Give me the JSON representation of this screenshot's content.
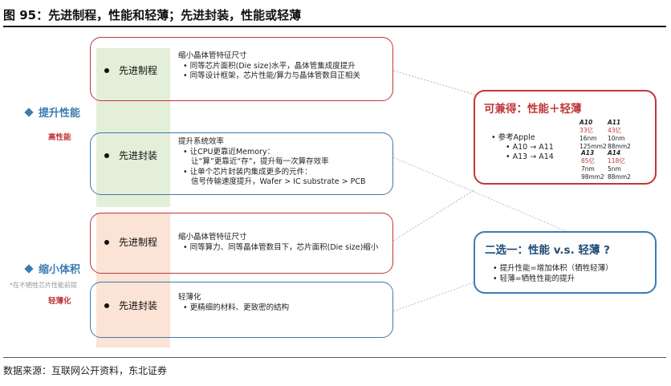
{
  "figure": {
    "title": "图  95：先进制程，性能和轻薄；先进封装，性能或轻薄",
    "source": "数据来源：互联网公开资料，东北证券"
  },
  "left": {
    "performance_title": "提升性能",
    "performance_sub": "高性能",
    "shrink_title": "缩小体积",
    "shrink_note": "*在不牺牲芯片性能前提",
    "shrink_sub": "轻薄化"
  },
  "rows": [
    {
      "label": "先进制程",
      "lines": [
        "缩小晶体管特征尺寸",
        "•  同等芯片面积(Die size)水平，晶体管集成度提升",
        "•  同等设计框架，芯片性能/算力与晶体管数目正相关"
      ]
    },
    {
      "label": "先进封装",
      "lines": [
        "提升系统效率",
        "•  让CPU更靠近Memory：",
        "让“算”更靠近“存”，提升每一次算存效率",
        "•  让单个芯片封装内集成更多的元件：",
        "信号传输速度提升，Wafer > IC substrate > PCB"
      ]
    },
    {
      "label": "先进制程",
      "lines": [
        "缩小晶体管特征尺寸",
        "•  同等算力、同等晶体管数目下，芯片面积(Die size)缩小"
      ]
    },
    {
      "label": "先进封装",
      "lines": [
        "轻薄化",
        "•  更精细的材料、更致密的结构"
      ]
    }
  ],
  "right_top": {
    "title": "可兼得：性能＋轻薄",
    "ref_label": "•  参考Apple",
    "pair1": "•  A10 → A11",
    "pair2": "•  A13 → A14",
    "chips": [
      {
        "name": "A10",
        "count": "33亿",
        "node": "16nm",
        "area": "125mm2"
      },
      {
        "name": "A11",
        "count": "43亿",
        "node": "10nm",
        "area": "88mm2"
      },
      {
        "name": "A13",
        "count": "85亿",
        "node": "7nm",
        "area": "98mm2"
      },
      {
        "name": "A14",
        "count": "118亿",
        "node": "5nm",
        "area": "88mm2"
      }
    ]
  },
  "right_bottom": {
    "title": "二选一：性能 v.s. 轻薄 ?",
    "line1": "•  提升性能=增加体积（牺牲轻薄）",
    "line2": "•  轻薄=牺牲性能的提升"
  },
  "colors": {
    "red": "#c0373a",
    "blue": "#3d7bb3",
    "green_band": "#e3efd8",
    "orange_band": "#fbe3d6"
  }
}
